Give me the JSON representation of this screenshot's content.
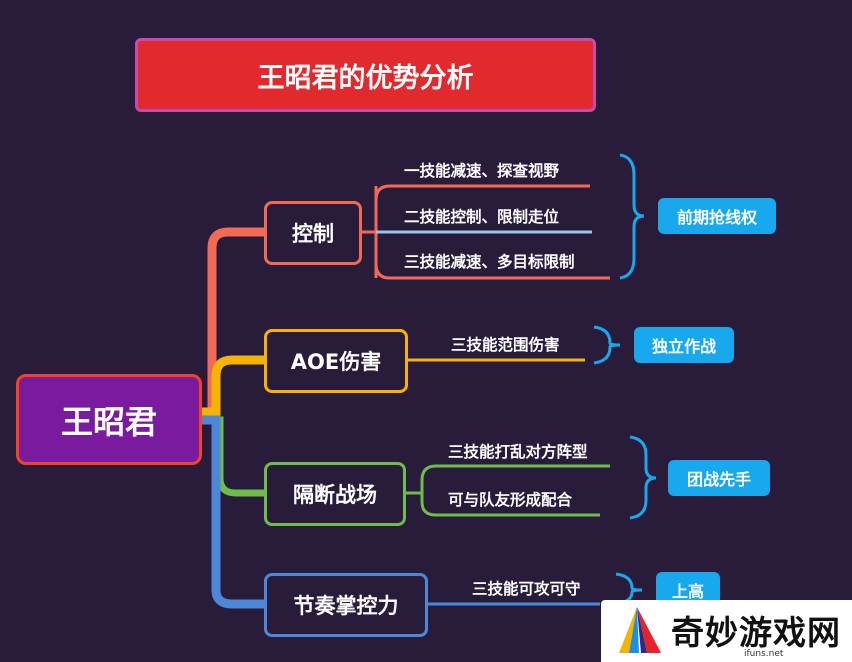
{
  "title": "王昭君的优势分析",
  "root": "王昭君",
  "branches": [
    {
      "label": "控制",
      "color": "#f26a56",
      "leaves": [
        "一技能减速、探查视野",
        "二技能控制、限制走位",
        "三技能减速、多目标限制"
      ],
      "bracket_color": "#17a8ee",
      "tag": "前期抢线权"
    },
    {
      "label": "AOE伤害",
      "color": "#f5b400",
      "leaves": [
        "三技能范围伤害"
      ],
      "bracket_color": "#17a8ee",
      "tag": "独立作战"
    },
    {
      "label": "隔断战场",
      "color": "#6dbd4a",
      "leaves": [
        "三技能打乱对方阵型",
        "可与队友形成配合"
      ],
      "bracket_color": "#17a8ee",
      "tag": "团战先手"
    },
    {
      "label": "节奏掌控力",
      "color": "#4c87d8",
      "leaves": [
        "三技能可攻可守"
      ],
      "bracket_color": "#17a8ee",
      "tag": "上高"
    }
  ],
  "watermark": {
    "text": "奇妙游戏网",
    "url": "ifuns.net"
  }
}
